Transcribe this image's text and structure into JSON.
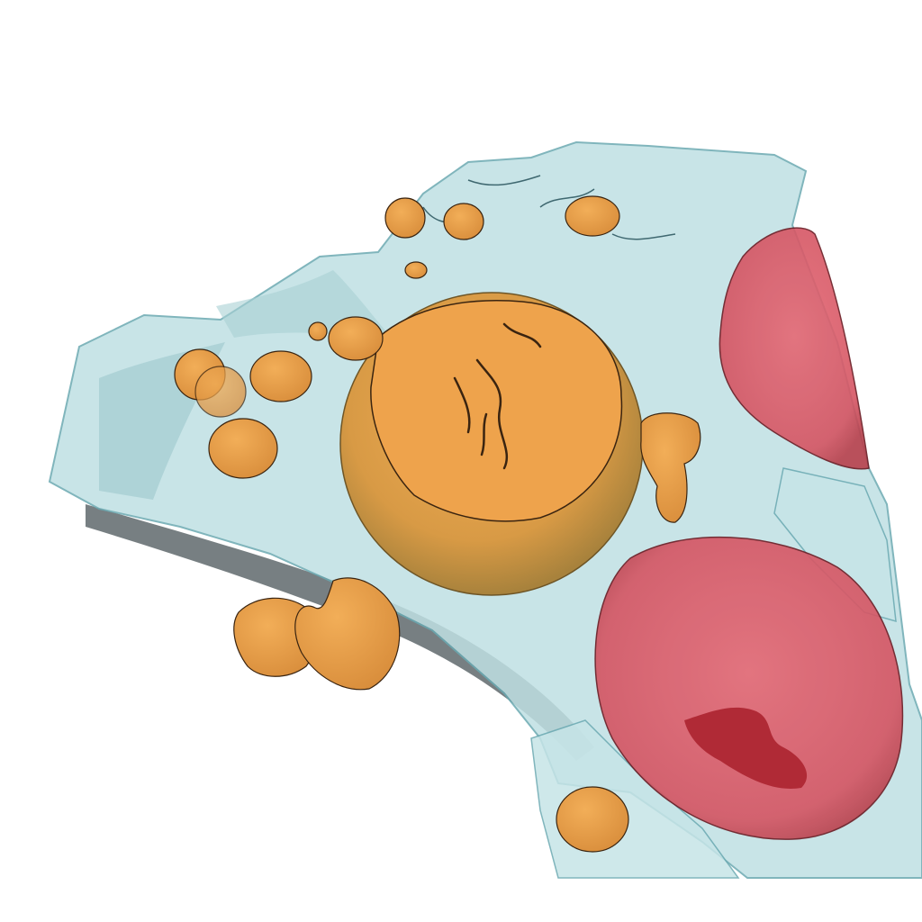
{
  "scene": {
    "background_color": "#ffffff",
    "colors": {
      "membrane_fill": "#bfe0e3",
      "membrane_edge": "#6aa9b1",
      "membrane_shadow": "#4a5458",
      "orange_fill": "#e9a04a",
      "orange_dark": "#b57a2a",
      "orange_edge": "#3a2410",
      "red_fill": "#e46470",
      "red_dark": "#b02a36",
      "red_edge": "#6a1a22"
    },
    "icons": [
      "membrane-sheet",
      "orange-vesicle",
      "red-body",
      "central-sphere"
    ]
  }
}
